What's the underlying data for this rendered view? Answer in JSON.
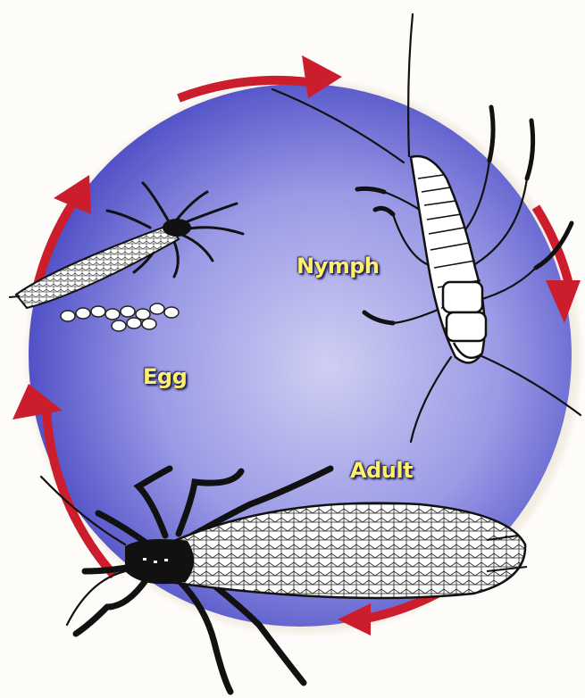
{
  "diagram": {
    "labels": {
      "nymph": "Nymph",
      "egg": "Egg",
      "adult": "Adult"
    },
    "colors": {
      "circle_center": "#c8c8f0",
      "circle_edge": "#4a4ac8",
      "arrow": "#cc1d2d",
      "label_text": "#fff06a",
      "insect_body": "#111111",
      "background": "#fefcf9"
    }
  }
}
